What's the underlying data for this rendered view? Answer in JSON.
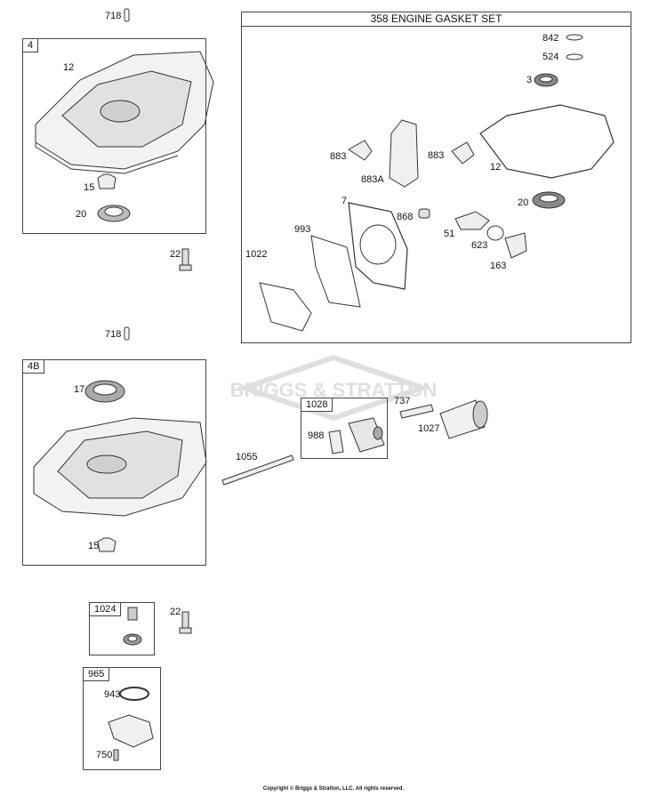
{
  "kits": {
    "engine_gasket_set": "358 ENGINE GASKET SET",
    "k4": "4",
    "k4b": "4B",
    "k1028": "1028",
    "k1024": "1024",
    "k965": "965"
  },
  "parts": {
    "p718a": "718",
    "p718b": "718",
    "p12a": "12",
    "p12b": "12",
    "p15a": "15",
    "p15b": "15",
    "p20a": "20",
    "p20b": "20",
    "p22a": "22",
    "p22b": "22",
    "p17": "17",
    "p842": "842",
    "p524": "524",
    "p3": "3",
    "p883a": "883",
    "p883b": "883",
    "p883A": "883A",
    "p7": "7",
    "p993": "993",
    "p1022": "1022",
    "p868": "868",
    "p51": "51",
    "p623": "623",
    "p163": "163",
    "p737": "737",
    "p1027": "1027",
    "p988": "988",
    "p1055": "1055",
    "p943": "943",
    "p750": "750"
  },
  "watermark": "BRIGGS & STRATTON",
  "copyright": "Copyright © Briggs & Stratton, LLC. All rights reserved."
}
